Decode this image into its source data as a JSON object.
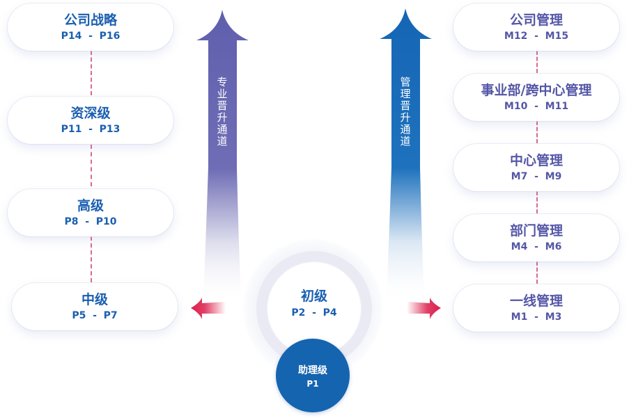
{
  "colors": {
    "professional_track": "#5f5fae",
    "management_track": "#1565b5",
    "branch_arrow": "#dc1e4b",
    "professional_text": "#1a5fb0",
    "management_text": "#5456a6",
    "connector": "#d96a8a",
    "base_circle": "#1564b0"
  },
  "center": {
    "entry_level": {
      "title": "初级",
      "range": "P2  -  P4"
    },
    "base_level": {
      "title": "助理级",
      "range": "P1"
    }
  },
  "professional_track": {
    "label": "专业晋升通道",
    "levels": [
      {
        "title": "公司战略",
        "range": "P14  -  P16"
      },
      {
        "title": "资深级",
        "range": "P11  -  P13"
      },
      {
        "title": "高级",
        "range": "P8  -  P10"
      },
      {
        "title": "中级",
        "range": "P5  -  P7"
      }
    ]
  },
  "management_track": {
    "label": "管理晋升通道",
    "levels": [
      {
        "title": "公司管理",
        "range": "M12  -  M15"
      },
      {
        "title": "事业部/跨中心管理",
        "range": "M10  -  M11"
      },
      {
        "title": "中心管理",
        "range": "M7  -  M9"
      },
      {
        "title": "部门管理",
        "range": "M4  -  M6"
      },
      {
        "title": "一线管理",
        "range": "M1  -  M3"
      }
    ]
  }
}
